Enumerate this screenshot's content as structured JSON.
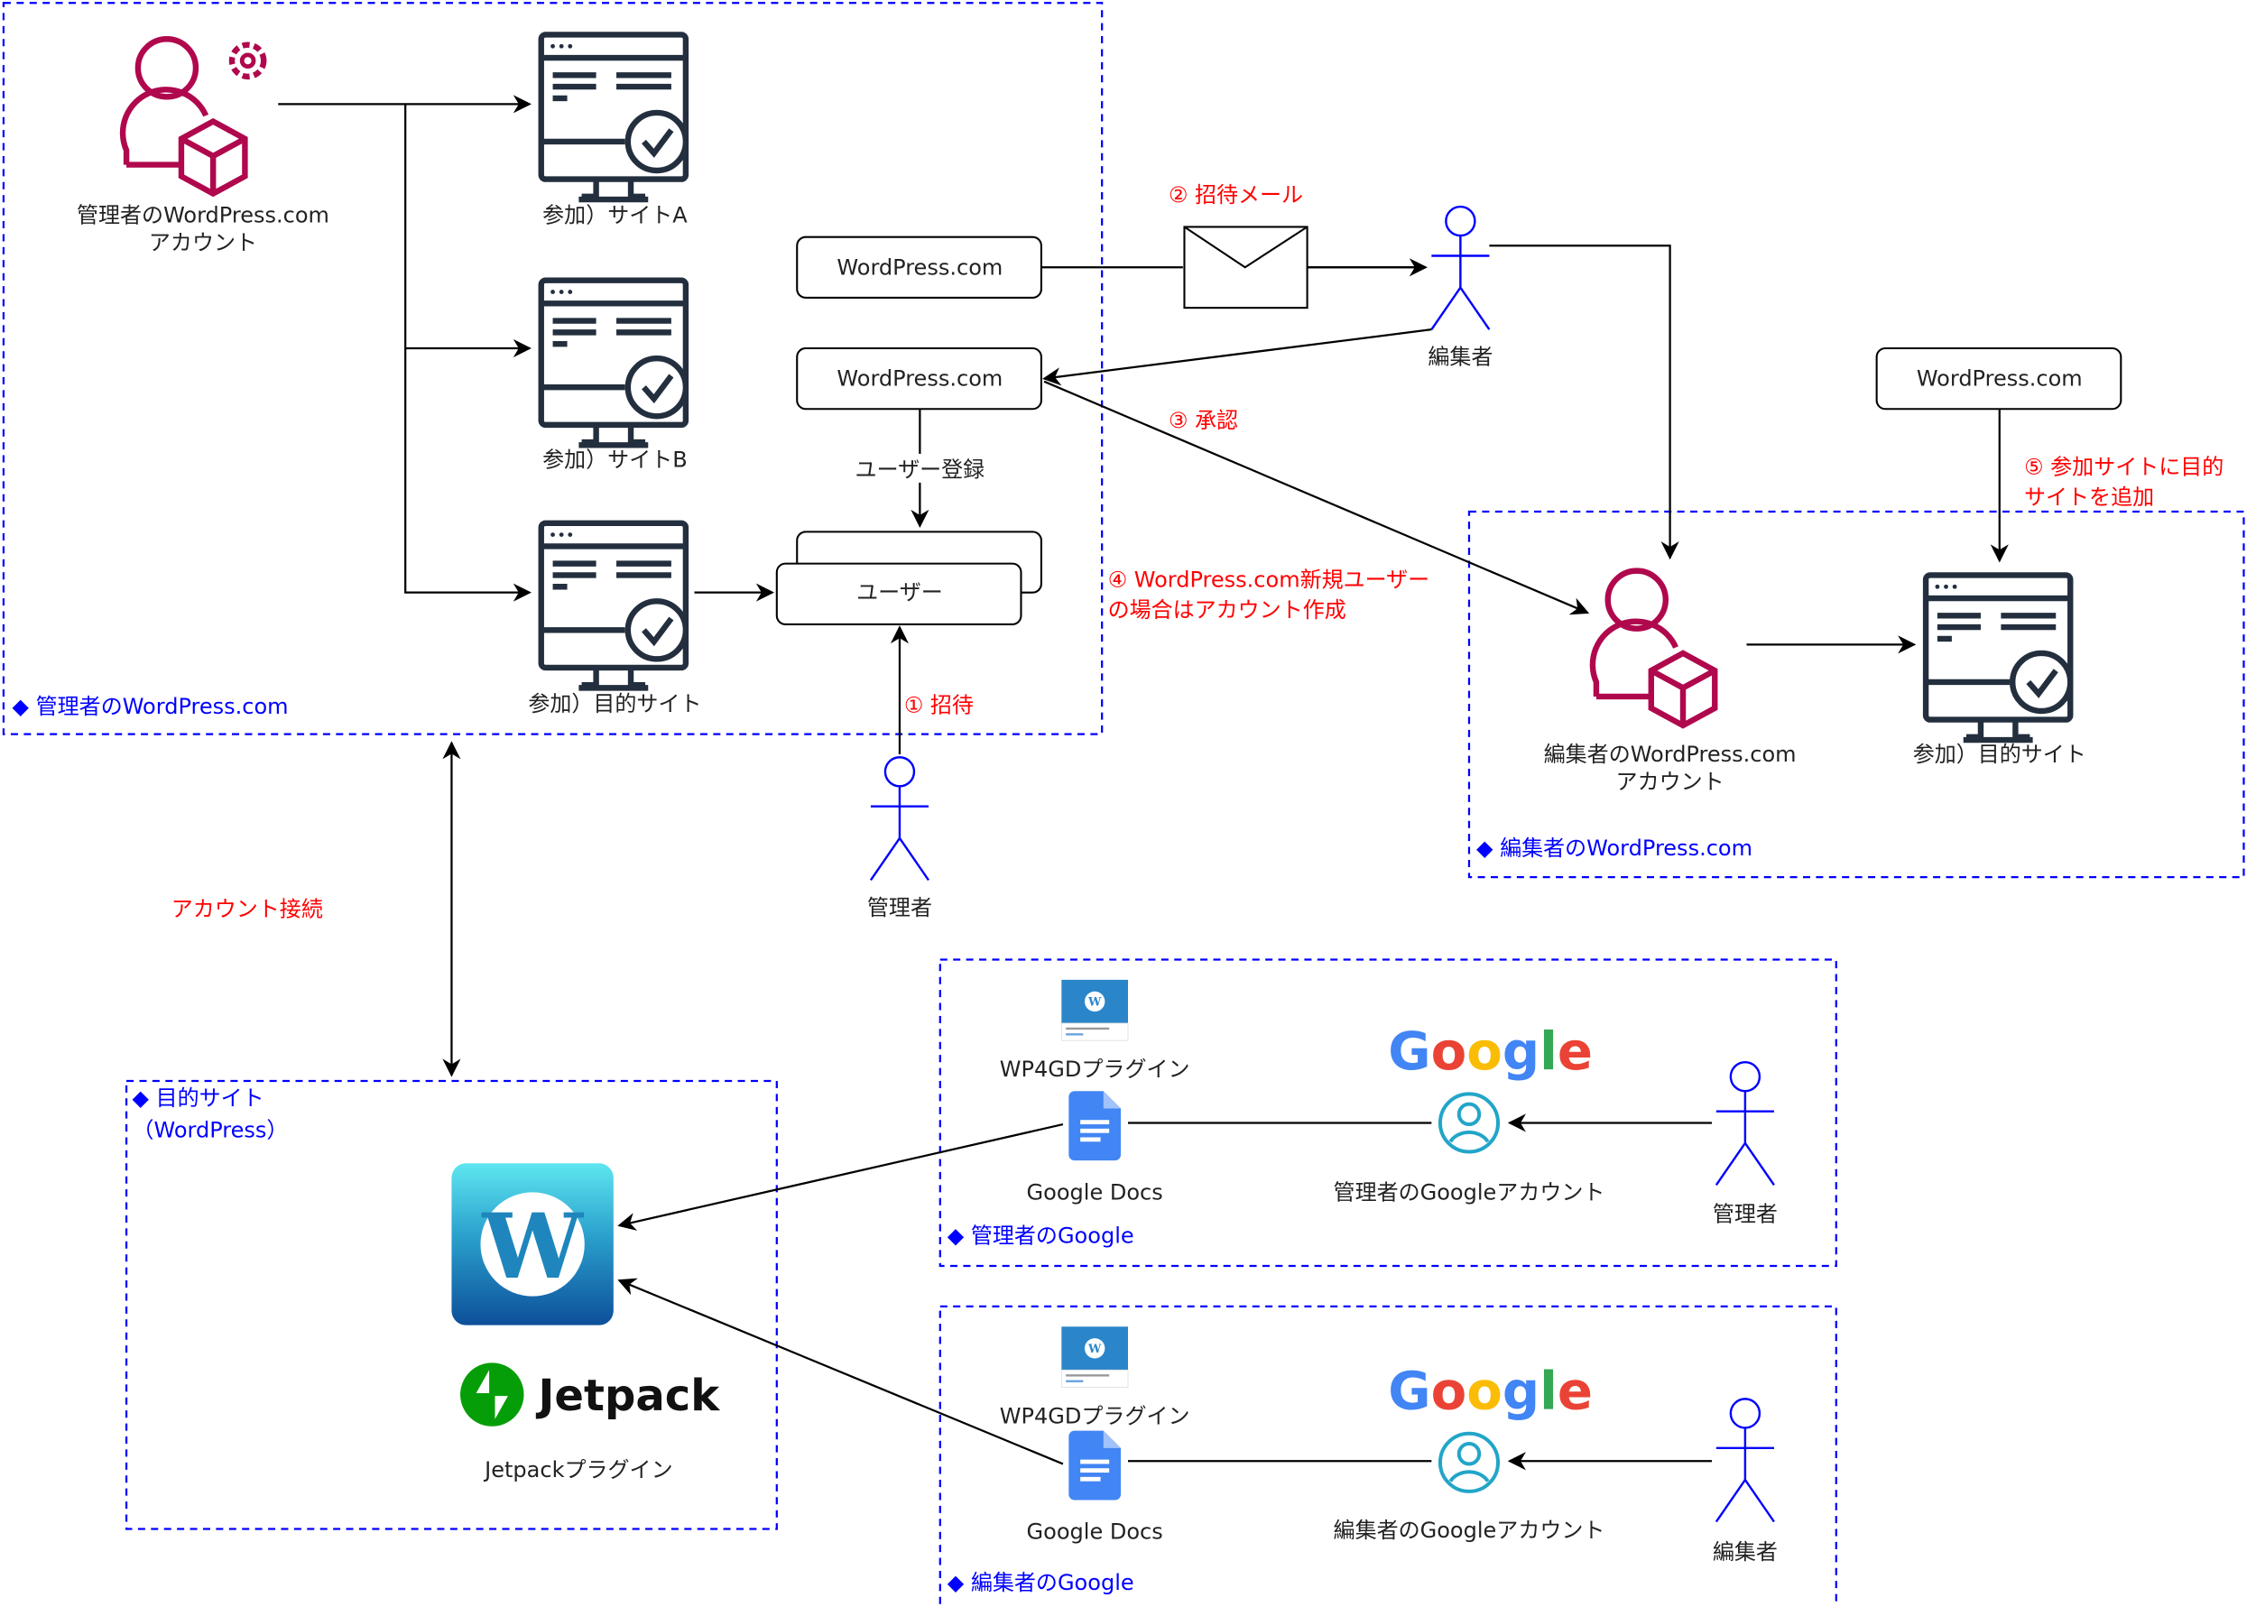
{
  "groups": {
    "admin_wp": "◆ 管理者のWordPress.com",
    "editor_wp": "◆ 編集者のWordPress.com",
    "target_site_line1": "◆ 目的サイト",
    "target_site_line2": "（WordPress）",
    "admin_google": "◆ 管理者のGoogle",
    "editor_google": "◆ 編集者のGoogle"
  },
  "nodes": {
    "admin_account_line1": "管理者のWordPress.com",
    "admin_account_line2": "アカウント",
    "site_a": "参加）サイトA",
    "site_b": "参加）サイトB",
    "target_site_admin": "参加）目的サイト",
    "wp_box_1": "WordPress.com",
    "wp_box_2": "WordPress.com",
    "wp_box_3": "WordPress.com",
    "user_box": "ユーザー",
    "user_registration": "ユーザー登録",
    "editor_actor": "編集者",
    "admin_actor": "管理者",
    "editor_account_line1": "編集者のWordPress.com",
    "editor_account_line2": "アカウント",
    "target_site_editor": "参加）目的サイト",
    "jetpack_logo": "Jetpack",
    "jetpack_plugin": "Jetpackプラグイン",
    "wp4gd_admin": "WP4GDプラグイン",
    "wp4gd_editor": "WP4GDプラグイン",
    "gdocs_admin": "Google Docs",
    "gdocs_editor": "Google Docs",
    "google_logo": "Google",
    "admin_google_account": "管理者のGoogleアカウント",
    "editor_google_account": "編集者のGoogleアカウント",
    "admin_actor_google": "管理者",
    "editor_actor_google": "編集者"
  },
  "steps": {
    "s1": "① 招待",
    "s2": "② 招待メール",
    "s3": "③ 承認",
    "s4_line1": "④ WordPress.com新規ユーザー",
    "s4_line2": "の場合はアカウント作成",
    "s5_line1": "⑤ 参加サイトに目的",
    "s5_line2": "サイトを追加",
    "account_link": "アカウント接続"
  }
}
